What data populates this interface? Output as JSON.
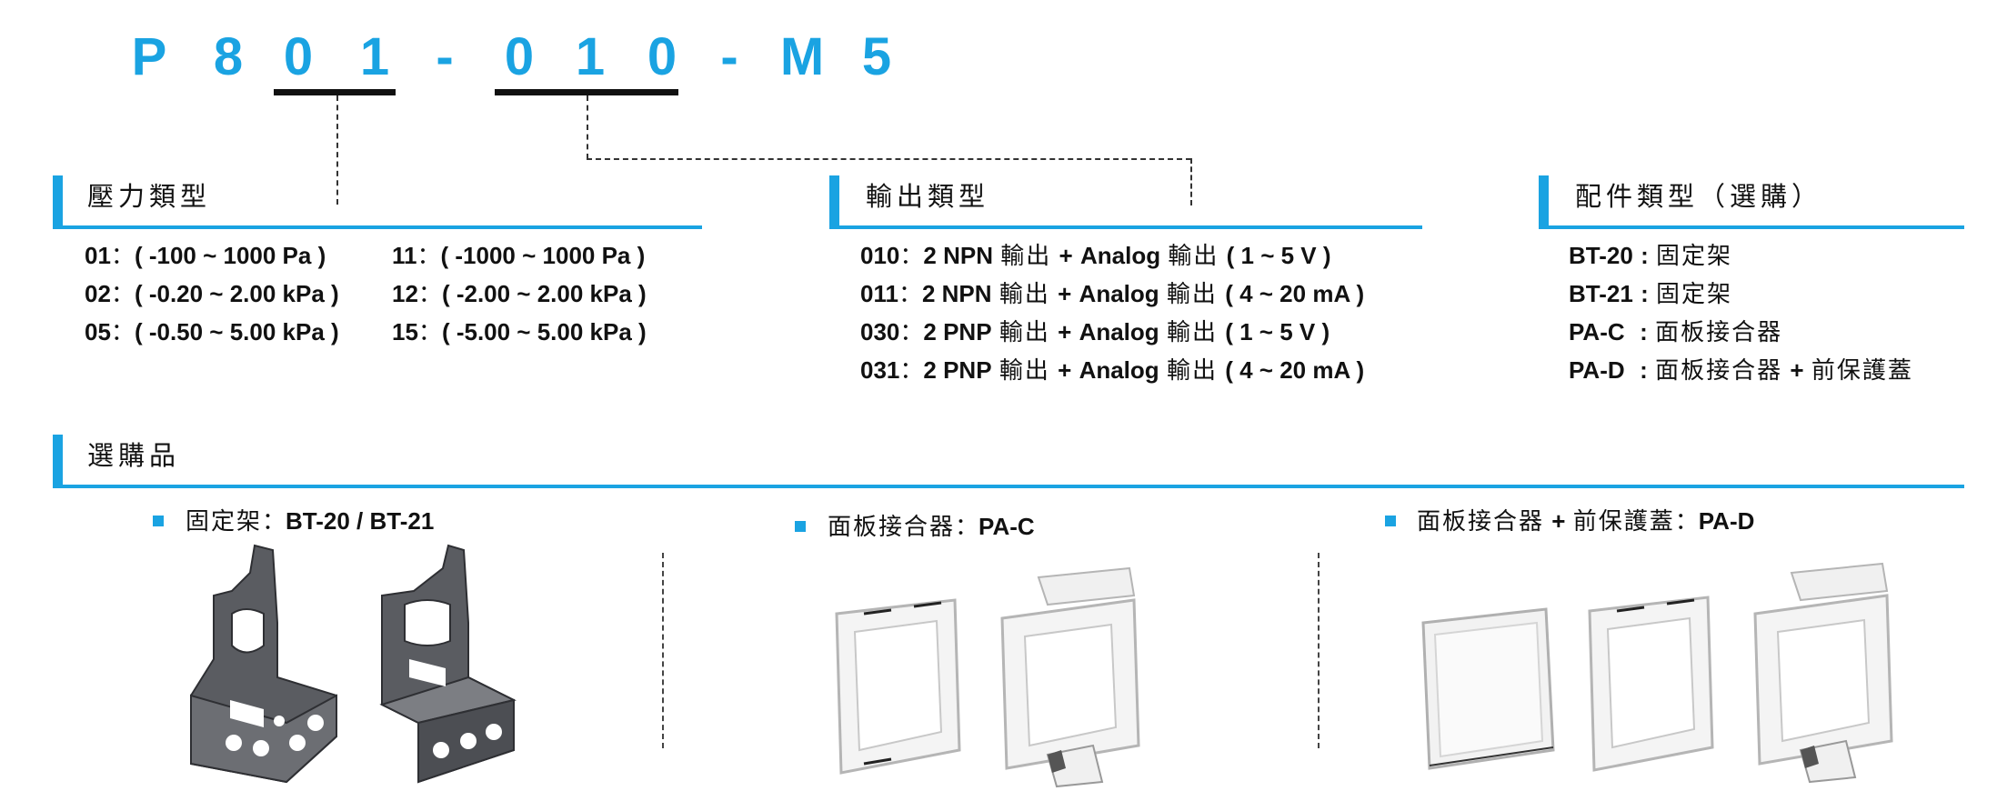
{
  "model_code": {
    "chars": [
      "P",
      "8",
      "0",
      "1",
      "-",
      "0",
      "1",
      "0",
      "-",
      "M",
      "5"
    ]
  },
  "pressure_type": {
    "title": "壓力類型",
    "items_left": [
      {
        "code": "01",
        "range": "( -100 ~ 1000 Pa )"
      },
      {
        "code": "02",
        "range": "( -0.20 ~ 2.00 kPa )"
      },
      {
        "code": "05",
        "range": "( -0.50 ~ 5.00 kPa )"
      }
    ],
    "items_right": [
      {
        "code": "11",
        "range": "( -1000 ~ 1000 Pa )"
      },
      {
        "code": "12",
        "range": "( -2.00 ~ 2.00 kPa )"
      },
      {
        "code": "15",
        "range": "( -5.00 ~ 5.00 kPa )"
      }
    ],
    "separator": "："
  },
  "output_type": {
    "title": "輸出類型",
    "items": [
      {
        "code": "010",
        "transistor": "2 NPN",
        "out1": "輸出",
        "plus": "+",
        "analog": "Analog",
        "out2": "輸出",
        "range": "( 1 ~ 5 V )"
      },
      {
        "code": "011",
        "transistor": "2 NPN",
        "out1": "輸出",
        "plus": "+",
        "analog": "Analog",
        "out2": "輸出",
        "range": "( 4 ~ 20 mA )"
      },
      {
        "code": "030",
        "transistor": "2 PNP",
        "out1": "輸出",
        "plus": "+",
        "analog": "Analog",
        "out2": "輸出",
        "range": "( 1 ~ 5 V )"
      },
      {
        "code": "031",
        "transistor": "2 PNP",
        "out1": "輸出",
        "plus": "+",
        "analog": "Analog",
        "out2": "輸出",
        "range": "( 4 ~ 20 mA )"
      }
    ]
  },
  "accessory_type": {
    "title": "配件類型（選購）",
    "items": [
      {
        "code": "BT-20",
        "sep": ":",
        "desc": "固定架",
        "plus": "",
        "desc2": ""
      },
      {
        "code": "BT-21",
        "sep": ":",
        "desc": "固定架",
        "plus": "",
        "desc2": ""
      },
      {
        "code": "PA-C",
        "sep": ":",
        "desc": "面板接合器",
        "plus": "",
        "desc2": ""
      },
      {
        "code": "PA-D",
        "sep": ":",
        "desc": "面板接合器",
        "plus": "+",
        "desc2": "前保護蓋"
      }
    ]
  },
  "optional_products": {
    "title": "選購品",
    "items": [
      {
        "name": "固定架",
        "sep": "：",
        "code": "BT-20 / BT-21",
        "plus": "",
        "name2": ""
      },
      {
        "name": "面板接合器",
        "sep": "：",
        "code": "PA-C",
        "plus": "",
        "name2": ""
      },
      {
        "name": "面板接合器",
        "sep": "：",
        "code": "PA-D",
        "plus": "+",
        "name2": "前保護蓋"
      }
    ]
  },
  "colors": {
    "accent": "#1aa3e2",
    "text": "#111111",
    "bracket": "#55575c",
    "adapter": "#f2f2f2"
  }
}
